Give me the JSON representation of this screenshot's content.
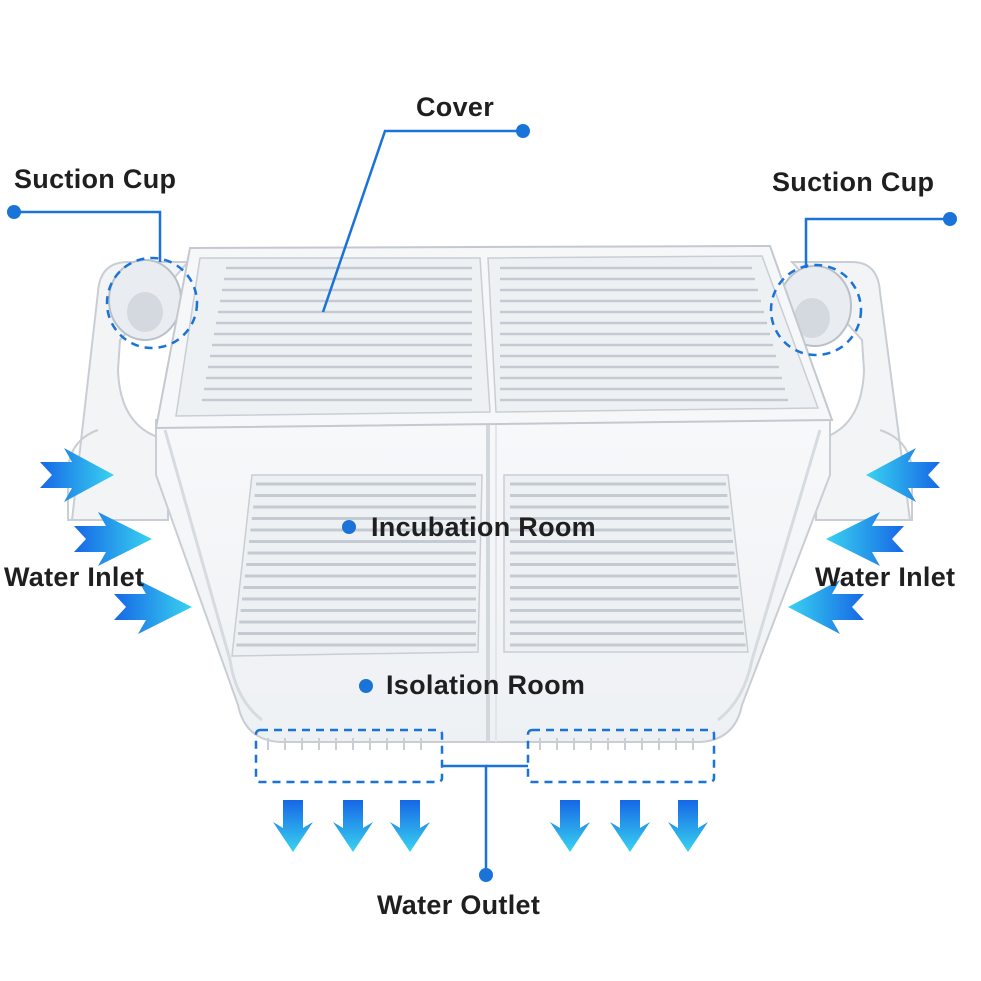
{
  "labels": {
    "cover": "Cover",
    "suction_cup_left": "Suction Cup",
    "suction_cup_right": "Suction Cup",
    "incubation_room": "Incubation Room",
    "water_inlet_left": "Water Inlet",
    "water_inlet_right": "Water Inlet",
    "isolation_room": "Isolation Room",
    "water_outlet": "Water Outlet"
  },
  "colors": {
    "leader": "#1a73d9",
    "text": "#1f1f1f",
    "arrow_dark": "#1667e6",
    "arrow_light": "#39d3f0",
    "plastic_edge": "#c9ced4",
    "plastic_fill": "#f3f5f7"
  },
  "icons": {
    "inlet_arrow": "arrow-right-icon",
    "inlet_arrow_reverse": "arrow-left-icon",
    "outlet_arrow": "arrow-down-icon",
    "marker": "dot-icon"
  }
}
